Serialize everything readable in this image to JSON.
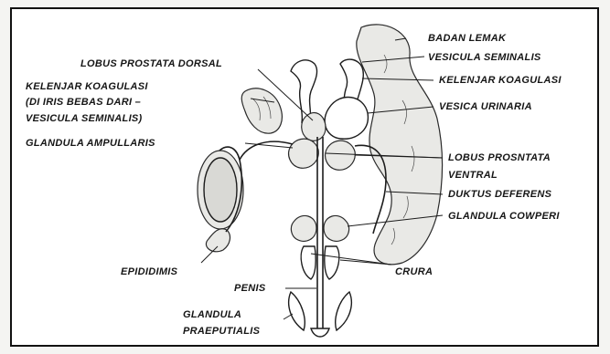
{
  "diagram": {
    "labels": {
      "badan_lemak": "BADAN LEMAK",
      "vesicula_seminalis": "VESICULA SEMINALIS",
      "kelenjar_koagulasi_right": "KELENJAR KOAGULASI",
      "lobus_prostata_dorsal": "LOBUS PROSTATA DORSAL",
      "kelenjar_koagulasi_left_line1": "KELENJAR KOAGULASI",
      "kelenjar_koagulasi_left_line2": "(DI IRIS BEBAS DARI –",
      "kelenjar_koagulasi_left_line3": "VESICULA SEMINALIS)",
      "vesica_urinaria": "VESICA URINARIA",
      "glandula_ampullaris": "GLANDULA AMPULLARIS",
      "lobus_prostata_ventral_line1": "LOBUS PROSNTATA",
      "lobus_prostata_ventral_line2": "VENTRAL",
      "duktus_deferens": "DUKTUS DEFERENS",
      "glandula_cowperi": "GLANDULA COWPERI",
      "epididimis": "EPIDIDIMIS",
      "crura": "CRURA",
      "penis": "PENIS",
      "glandula_praeputialis_line1": "GLANDULA",
      "glandula_praeputialis_line2": "PRAEPUTIALIS"
    }
  }
}
